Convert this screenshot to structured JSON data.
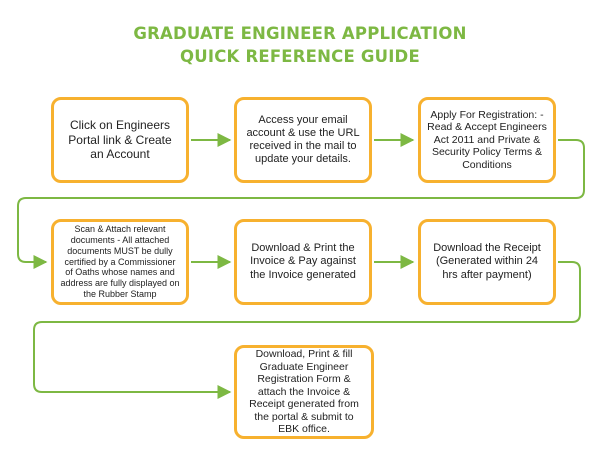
{
  "title": {
    "line1": "GRADUATE ENGINEER APPLICATION",
    "line2": "QUICK REFERENCE GUIDE"
  },
  "steps": [
    {
      "id": 1,
      "text": "Click on Engineers Portal link & Create an Account"
    },
    {
      "id": 2,
      "text": "Access your email account & use the URL received in the mail to update your details."
    },
    {
      "id": 3,
      "text": "Apply For Registration: - Read & Accept Engineers Act 2011 and Private & Security Policy Terms & Conditions"
    },
    {
      "id": 4,
      "text": "Scan & Attach relevant documents - All attached documents MUST be dully certified by a Commissioner of Oaths whose names and address are fully displayed on the Rubber Stamp"
    },
    {
      "id": 5,
      "text": "Download & Print the Invoice & Pay against the Invoice generated"
    },
    {
      "id": 6,
      "text": "Download the Receipt (Generated within 24 hrs after payment)"
    },
    {
      "id": 7,
      "text": "Download, Print & fill Graduate Engineer Registration Form & attach the Invoice & Receipt generated from the portal & submit to EBK office."
    }
  ],
  "colors": {
    "title": "#7db843",
    "box_border": "#f7b12f",
    "connector": "#7db843"
  }
}
